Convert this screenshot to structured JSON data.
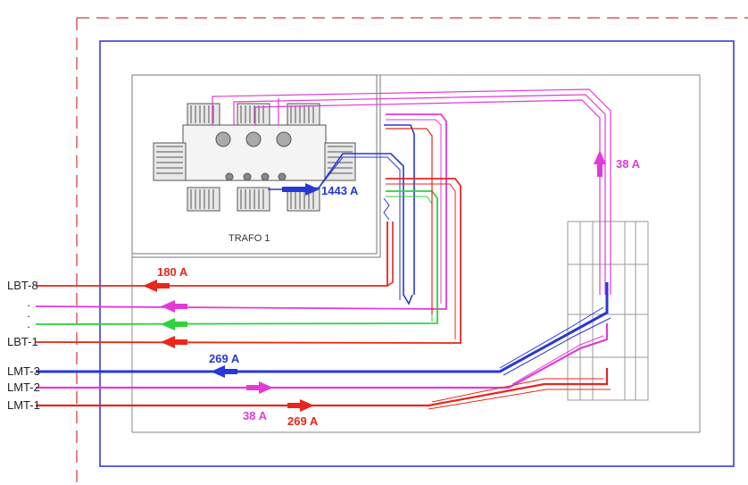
{
  "transformer": {
    "name": "TRAFO 1"
  },
  "lv_feeders": {
    "first": "LBT-8",
    "last": "LBT-1",
    "ellipsis": "·\n·\n·"
  },
  "mv_feeders": [
    "LMT-3",
    "LMT-2",
    "LMT-1"
  ],
  "currents": {
    "lbt8": "180 A",
    "transformer_out": "1443 A",
    "cabinet_up": "38 A",
    "lmt3": "269 A",
    "lmt2": "38 A",
    "lmt1": "269 A"
  },
  "colors": {
    "red": "#e8261c",
    "magenta": "#e23ad8",
    "green": "#2ed23a",
    "blue": "#2738d6",
    "frame": "#3a3ad8",
    "boundary": "#e05a5a"
  }
}
